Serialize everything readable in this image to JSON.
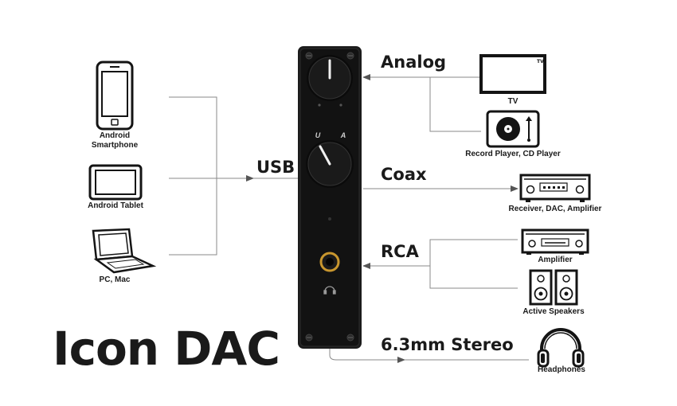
{
  "title": "Icon DAC",
  "sources": {
    "smartphone": "Android\nSmartphone",
    "tablet": "Android Tablet",
    "pc": "PC, Mac"
  },
  "connections": {
    "usb": "USB",
    "analog": "Analog",
    "coax": "Coax",
    "rca": "RCA",
    "stereo": "6.3mm Stereo"
  },
  "devices": {
    "tv": "TV",
    "record_player": "Record Player, CD Player",
    "receiver": "Receiver, DAC, Amplifier",
    "amplifier": "Amplifier",
    "speakers": "Active Speakers",
    "headphones": "Headphones"
  },
  "dac_panel": {
    "knob_label_u": "U",
    "knob_label_a": "A"
  },
  "colors": {
    "line": "#8a8a8a",
    "arrow": "#555555",
    "device": "#141414",
    "jack_ring": "#c8962e"
  }
}
